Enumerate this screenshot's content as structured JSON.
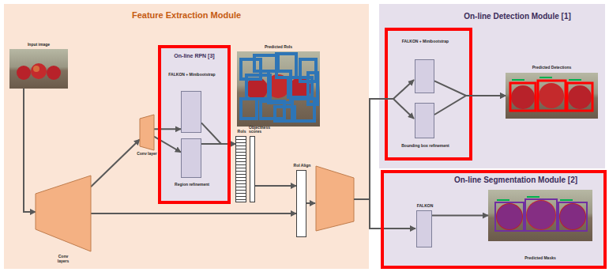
{
  "diagram": {
    "nodes": [
      {
        "text": [
          "Feature Extraction Module"
        ]
      },
      {
        "text": [
          "Input image"
        ],
        "in": 0
      },
      {
        "text": [
          "Conv layers"
        ],
        "in": 0
      },
      {
        "text": [
          "Conv layer"
        ],
        "in": 0
      },
      {
        "text": [
          "On-line RPN [3]"
        ],
        "in": 0
      },
      {
        "text": [
          "FALKON + Minibootstrap"
        ],
        "in": 4
      },
      {
        "text": [
          "Region refinement"
        ],
        "in": 4
      },
      {
        "text": [
          "Predicted RoIs"
        ],
        "in": 0
      },
      {
        "text": [
          "RoIs"
        ],
        "in": 0
      },
      {
        "text": [
          "Objectness scores"
        ],
        "in": 0
      },
      {
        "text": [
          "RoI Align"
        ],
        "in": 0
      },
      {
        "text": [
          "On-line Detection Module [1]"
        ]
      },
      {
        "text": [
          "FALKON + Minibootstrap"
        ],
        "in": 11
      },
      {
        "text": [
          "Bounding box refinement"
        ],
        "in": 11
      },
      {
        "text": [
          "Predicted Detections"
        ],
        "in": 11
      },
      {
        "text": [
          "On-line Segmentation Module [2]"
        ]
      },
      {
        "text": [
          "FALKON"
        ],
        "in": 15
      },
      {
        "text": [
          "Predicted Masks"
        ],
        "in": 15
      }
    ],
    "edges": [
      {
        "from": 1,
        "to": 2,
        "arrow": "to"
      },
      {
        "from": 2,
        "to": 3,
        "arrow": "to"
      },
      {
        "from": 2,
        "to": 10,
        "arrow": "to"
      },
      {
        "from": 3,
        "to": 5,
        "arrow": "to"
      },
      {
        "from": 3,
        "to": 6,
        "arrow": "to"
      },
      {
        "from": 5,
        "to": 8,
        "arrow": "to"
      },
      {
        "from": 6,
        "to": 8,
        "arrow": "to"
      },
      {
        "from": 9,
        "to": 10,
        "arrow": "to"
      },
      {
        "from": 12,
        "to": 14,
        "arrow": "to"
      },
      {
        "from": 13,
        "to": 14,
        "arrow": "to"
      },
      {
        "from": 16,
        "to": 17,
        "arrow": "to"
      }
    ]
  }
}
